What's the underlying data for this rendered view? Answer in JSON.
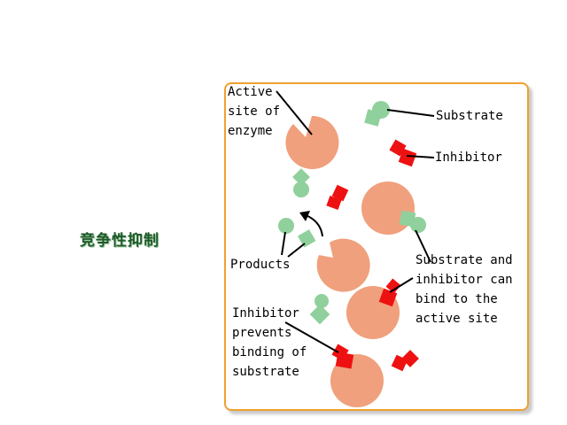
{
  "side_title": "竞争性抑制",
  "labels": {
    "active_site": "Active\nsite of\nenzyme",
    "substrate": "Substrate",
    "inhibitor": "Inhibitor",
    "products": "Products",
    "both_bind": "Substrate and\ninhibitor can\nbind to the\nactive site",
    "prevents": "Inhibitor\nprevents\nbinding of\nsubstrate"
  },
  "colors": {
    "enzyme": "#f0a07c",
    "substrate": "#90d09c",
    "inhibitor": "#ee1111",
    "panel_border": "#f0a030",
    "title": "#1f5a2a"
  }
}
